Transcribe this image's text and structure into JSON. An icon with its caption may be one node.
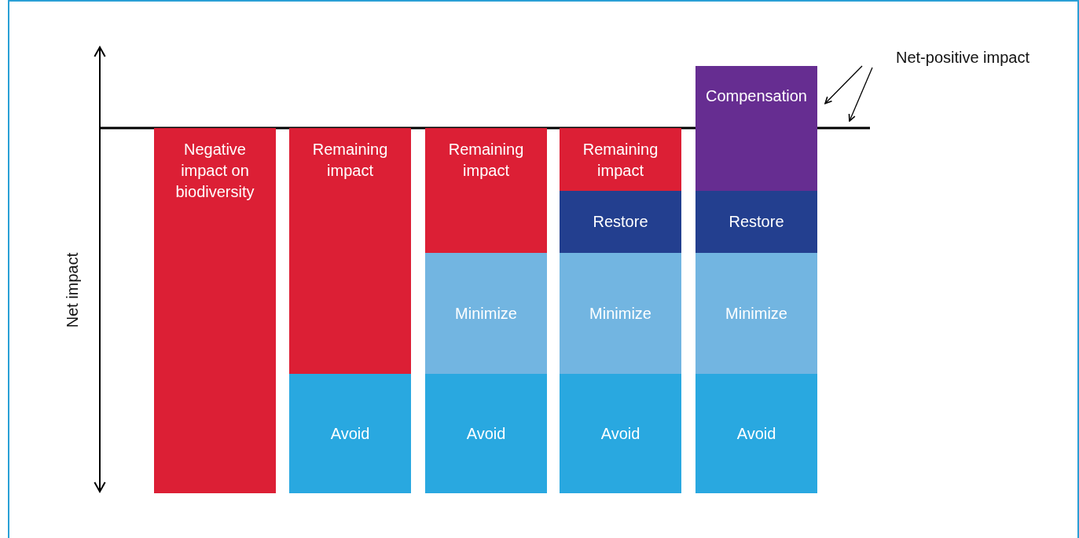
{
  "diagram": {
    "nodes": [
      {
        "text": [
          "Negative impact on biodiversity"
        ]
      },
      {
        "text": [
          "Remaining impact"
        ]
      },
      {
        "text": [
          "Avoid"
        ]
      },
      {
        "text": [
          "Remaining impact"
        ]
      },
      {
        "text": [
          "Minimize"
        ]
      },
      {
        "text": [
          "Avoid"
        ]
      },
      {
        "text": [
          "Remaining impact"
        ]
      },
      {
        "text": [
          "Restore"
        ]
      },
      {
        "text": [
          "Minimize"
        ]
      },
      {
        "text": [
          "Avoid"
        ]
      },
      {
        "text": [
          "Compensation"
        ]
      },
      {
        "text": [
          "Restore"
        ]
      },
      {
        "text": [
          "Minimize"
        ]
      },
      {
        "text": [
          "Avoid"
        ]
      },
      {
        "text": [
          "Net-positive impact"
        ]
      }
    ],
    "edges": [
      {
        "from": 14,
        "to": 10,
        "arrow": "to"
      },
      {
        "from": 14,
        "to": null,
        "arrow": "to"
      }
    ],
    "labels": [
      "Net impact"
    ]
  }
}
